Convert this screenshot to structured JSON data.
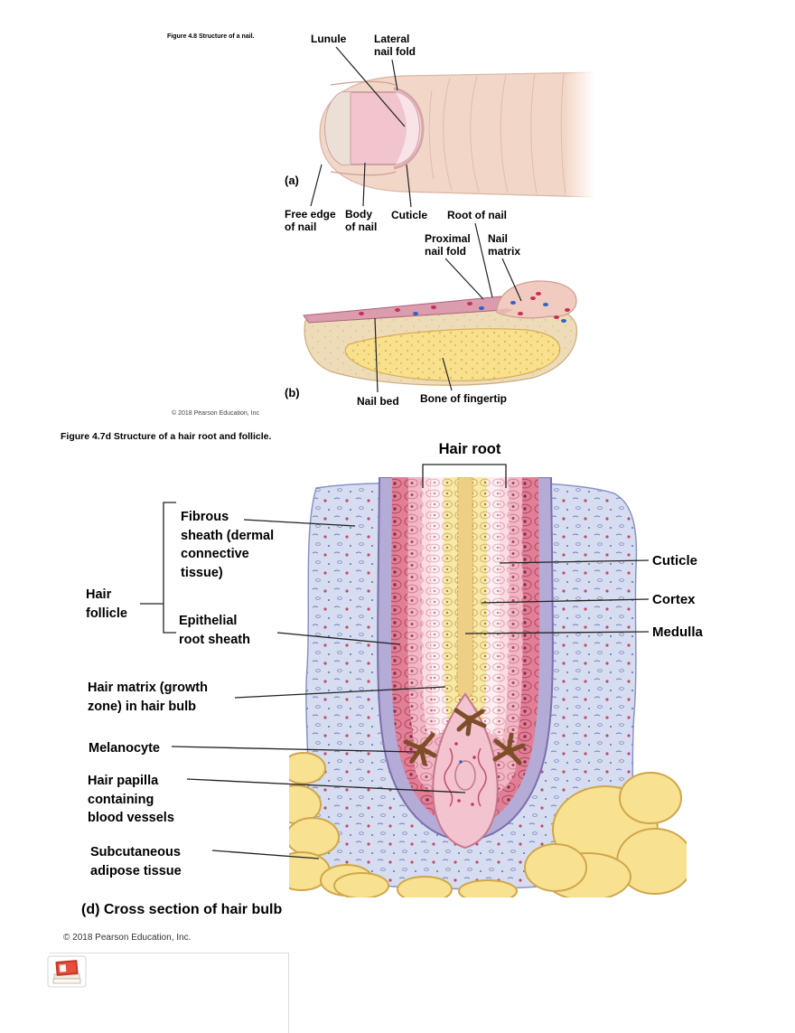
{
  "nail_figure": {
    "title": "Figure 4.8 Structure of a nail.",
    "copyright": "© 2018 Pearson Education, Inc",
    "part_a": "(a)",
    "part_b": "(b)",
    "labels": {
      "lunule": "Lunule",
      "lateral_nail_fold": "Lateral\nnail fold",
      "free_edge": "Free edge\nof nail",
      "body_of_nail": "Body\nof nail",
      "cuticle": "Cuticle",
      "root_of_nail": "Root of nail",
      "proximal_nail_fold": "Proximal\nnail fold",
      "nail_matrix": "Nail\nmatrix",
      "nail_bed": "Nail bed",
      "bone_of_fingertip": "Bone of fingertip"
    }
  },
  "hair_figure": {
    "title": "Figure 4.7d  Structure of a hair root and follicle.",
    "heading": "Hair root",
    "caption": "(d) Cross section of hair bulb",
    "copyright": "© 2018 Pearson Education, Inc.",
    "labels": {
      "fibrous_sheath": "Fibrous\nsheath (dermal\nconnective\ntissue)",
      "hair_follicle": "Hair\nfollicle",
      "epithelial_root_sheath": "Epithelial\nroot sheath",
      "hair_matrix": "Hair matrix (growth\nzone) in hair bulb",
      "melanocyte": "Melanocyte",
      "hair_papilla": "Hair papilla\ncontaining\nblood vessels",
      "subcutaneous": "Subcutaneous\nadipose tissue",
      "cuticle": "Cuticle",
      "cortex": "Cortex",
      "medulla": "Medulla"
    }
  },
  "colors": {
    "skin": "#f2d7c9",
    "nail_pink": "#f2c4cd",
    "bone_yellow": "#f8e08d",
    "dermis_lavender": "#d7ddf0",
    "follicle_pink": "#e07f95",
    "adipose_yellow": "#f9e192",
    "melanocyte_brown": "#7d4e28"
  },
  "footer": {
    "icon": "library-books-icon"
  }
}
